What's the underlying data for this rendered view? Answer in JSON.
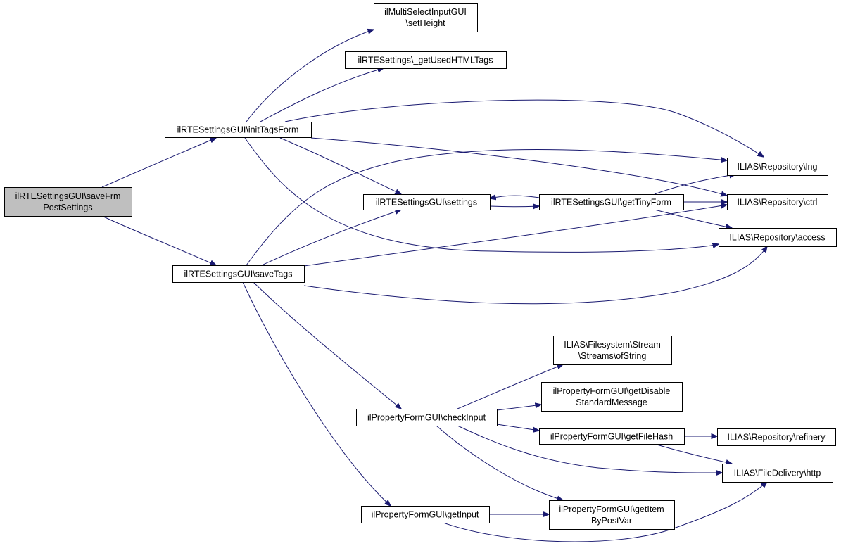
{
  "diagram": {
    "type": "call-graph",
    "colors": {
      "edge": "#191970",
      "node_border": "#000000",
      "focus_fill": "#bfbfbf",
      "node_fill": "#ffffff"
    },
    "nodes": [
      {
        "id": "n0",
        "lines": [
          "ilRTESettingsGUI\\saveFrm",
          "PostSettings"
        ],
        "focus": true
      },
      {
        "id": "n1",
        "lines": [
          "ilRTESettingsGUI\\initTagsForm"
        ]
      },
      {
        "id": "n2",
        "lines": [
          "ilRTESettingsGUI\\saveTags"
        ]
      },
      {
        "id": "n3",
        "lines": [
          "ilMultiSelectInputGUI",
          "\\setHeight"
        ]
      },
      {
        "id": "n4",
        "lines": [
          "ilRTESettings\\_getUsedHTMLTags"
        ]
      },
      {
        "id": "n5",
        "lines": [
          "ilRTESettingsGUI\\settings"
        ]
      },
      {
        "id": "n6",
        "lines": [
          "ilRTESettingsGUI\\getTinyForm"
        ]
      },
      {
        "id": "n7",
        "lines": [
          "ILIAS\\Repository\\lng"
        ]
      },
      {
        "id": "n8",
        "lines": [
          "ILIAS\\Repository\\ctrl"
        ]
      },
      {
        "id": "n9",
        "lines": [
          "ILIAS\\Repository\\access"
        ]
      },
      {
        "id": "n10",
        "lines": [
          "ILIAS\\Filesystem\\Stream",
          "\\Streams\\ofString"
        ]
      },
      {
        "id": "n11",
        "lines": [
          "ilPropertyFormGUI\\getDisable",
          "StandardMessage"
        ]
      },
      {
        "id": "n12",
        "lines": [
          "ilPropertyFormGUI\\checkInput"
        ]
      },
      {
        "id": "n13",
        "lines": [
          "ilPropertyFormGUI\\getFileHash"
        ]
      },
      {
        "id": "n14",
        "lines": [
          "ILIAS\\Repository\\refinery"
        ]
      },
      {
        "id": "n15",
        "lines": [
          "ILIAS\\FileDelivery\\http"
        ]
      },
      {
        "id": "n16",
        "lines": [
          "ilPropertyFormGUI\\getInput"
        ]
      },
      {
        "id": "n17",
        "lines": [
          "ilPropertyFormGUI\\getItem",
          "ByPostVar"
        ]
      }
    ],
    "edges": [
      {
        "from": "n0",
        "to": "n1"
      },
      {
        "from": "n0",
        "to": "n2"
      },
      {
        "from": "n1",
        "to": "n3"
      },
      {
        "from": "n1",
        "to": "n4"
      },
      {
        "from": "n1",
        "to": "n7"
      },
      {
        "from": "n1",
        "to": "n8"
      },
      {
        "from": "n1",
        "to": "n5"
      },
      {
        "from": "n1",
        "to": "n9"
      },
      {
        "from": "n2",
        "to": "n7"
      },
      {
        "from": "n2",
        "to": "n5"
      },
      {
        "from": "n2",
        "to": "n8"
      },
      {
        "from": "n2",
        "to": "n9"
      },
      {
        "from": "n2",
        "to": "n12"
      },
      {
        "from": "n2",
        "to": "n16"
      },
      {
        "from": "n5",
        "to": "n6"
      },
      {
        "from": "n6",
        "to": "n5"
      },
      {
        "from": "n6",
        "to": "n7"
      },
      {
        "from": "n6",
        "to": "n8"
      },
      {
        "from": "n6",
        "to": "n9"
      },
      {
        "from": "n12",
        "to": "n10"
      },
      {
        "from": "n12",
        "to": "n11"
      },
      {
        "from": "n12",
        "to": "n13"
      },
      {
        "from": "n12",
        "to": "n15"
      },
      {
        "from": "n12",
        "to": "n17"
      },
      {
        "from": "n13",
        "to": "n14"
      },
      {
        "from": "n13",
        "to": "n15"
      },
      {
        "from": "n16",
        "to": "n17"
      },
      {
        "from": "n16",
        "to": "n15"
      }
    ]
  }
}
